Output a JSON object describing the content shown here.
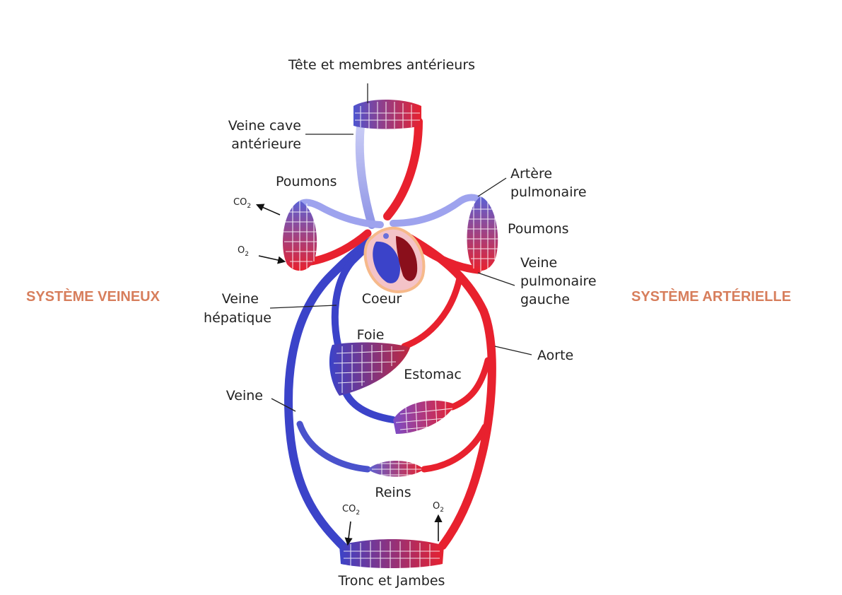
{
  "side_labels": {
    "venous": "SYSTÈME VEINEUX",
    "arterial": "SYSTÈME ARTÉRIELLE"
  },
  "labels": {
    "head": "Tête et membres antérieurs",
    "vena_cava_line1": "Veine cave",
    "vena_cava_line2": "antérieure",
    "lungs_left": "Poumons",
    "lungs_right": "Poumons",
    "pulmonary_artery_line1": "Artère",
    "pulmonary_artery_line2": "pulmonaire",
    "pulmonary_vein_line1": "Veine",
    "pulmonary_vein_line2": "pulmonaire",
    "pulmonary_vein_line3": "gauche",
    "heart": "Coeur",
    "hepatic_vein_line1": "Veine",
    "hepatic_vein_line2": "hépatique",
    "liver": "Foie",
    "stomach": "Estomac",
    "aorta": "Aorte",
    "vein": "Veine",
    "kidneys": "Reins",
    "trunk": "Tronc et Jambes"
  },
  "gas": {
    "co2_top": "CO",
    "co2_top_sub": "2",
    "o2_top": "O",
    "o2_top_sub": "2",
    "co2_bottom": "CO",
    "co2_bottom_sub": "2",
    "o2_bottom": "O",
    "o2_bottom_sub": "2"
  },
  "colors": {
    "arterial": "#e8212e",
    "arterial_dark": "#b8141f",
    "venous": "#3b43c9",
    "venous_light": "#9ea3ee",
    "side_label": "#d77e5c",
    "heart_outline": "#f6b98a",
    "heart_fill": "#f4c3c8"
  }
}
